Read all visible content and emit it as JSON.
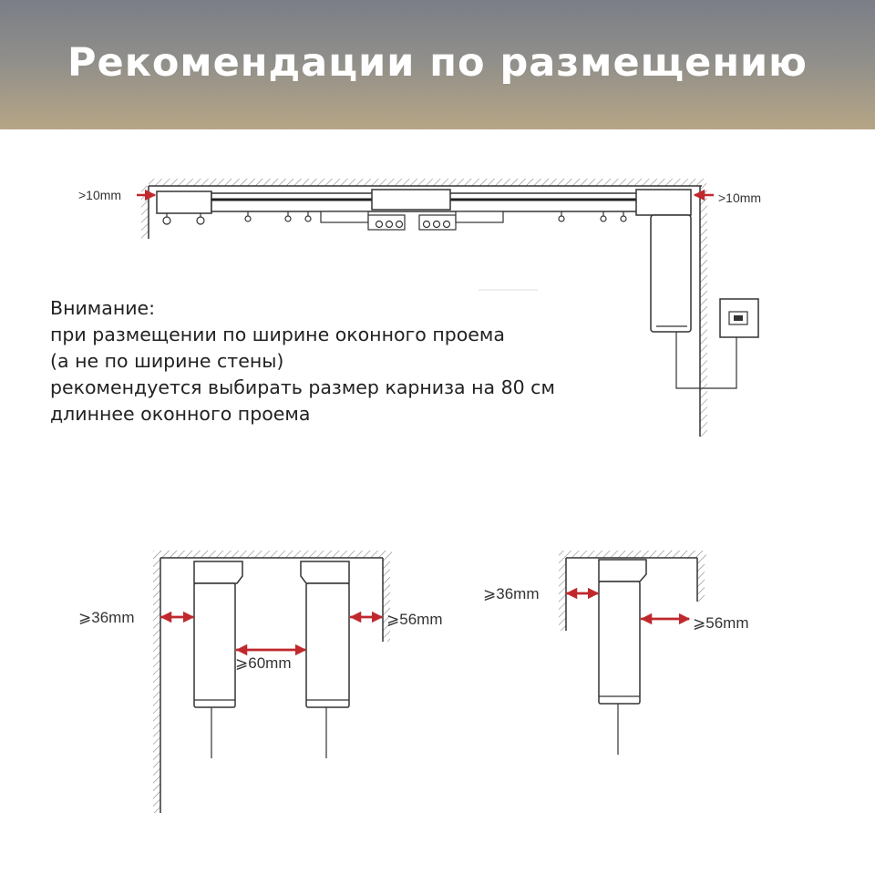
{
  "header": {
    "title": "Рекомендации по размещению"
  },
  "top_diagram": {
    "gap_left": ">10mm",
    "gap_right": ">10mm"
  },
  "note": {
    "lines": [
      "Внимание:",
      "при размещении по ширине оконного проема",
      "(а не по ширине стены)",
      "рекомендуется выбирать размер карниза на 80 см",
      "длиннее оконного проема"
    ]
  },
  "double_diagram": {
    "wall_gap": "⩾36mm",
    "between_gap": "⩾60mm",
    "side_gap": "⩾56mm"
  },
  "single_diagram": {
    "wall_gap": "⩾36mm",
    "side_gap": "⩾56mm"
  },
  "colors": {
    "arrow": "#c0282d",
    "line": "#333333",
    "accent": "#e8e8e8"
  }
}
